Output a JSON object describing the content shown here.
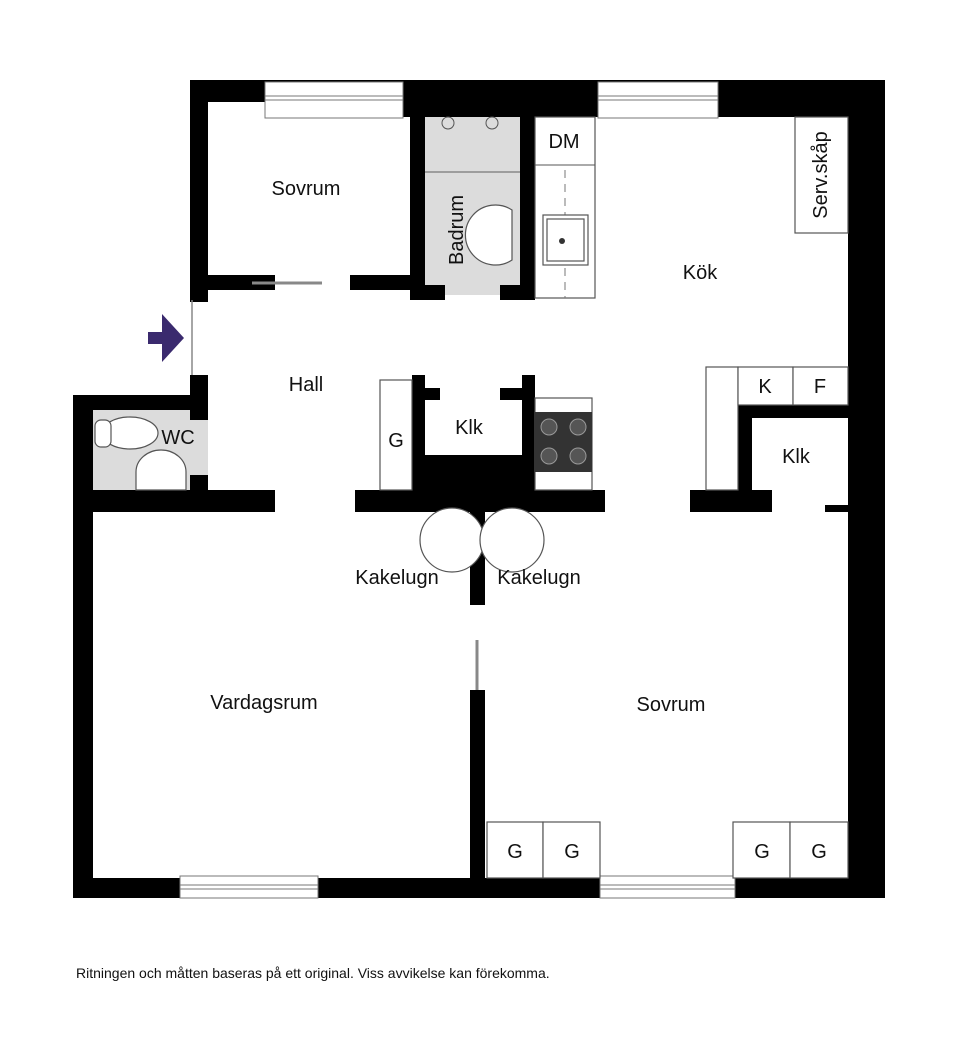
{
  "rooms": {
    "sovrum_top": "Sovrum",
    "badrum": "Badrum",
    "dm": "DM",
    "serv_skap": "Serv.skåp",
    "kok": "Kök",
    "hall": "Hall",
    "wc": "WC",
    "g_hall": "G",
    "klk_center": "Klk",
    "k": "K",
    "f": "F",
    "klk_right": "Klk",
    "kakelugn_left": "Kakelugn",
    "kakelugn_right": "Kakelugn",
    "vardagsrum": "Vardagsrum",
    "sovrum_bottom": "Sovrum",
    "g1": "G",
    "g2": "G",
    "g3": "G",
    "g4": "G"
  },
  "colors": {
    "entrance_arrow": "#3a2a6e",
    "wet_room": "#dcdcdc"
  },
  "footer": "Ritningen och måtten baseras på ett original. Viss avvikelse kan förekomma."
}
